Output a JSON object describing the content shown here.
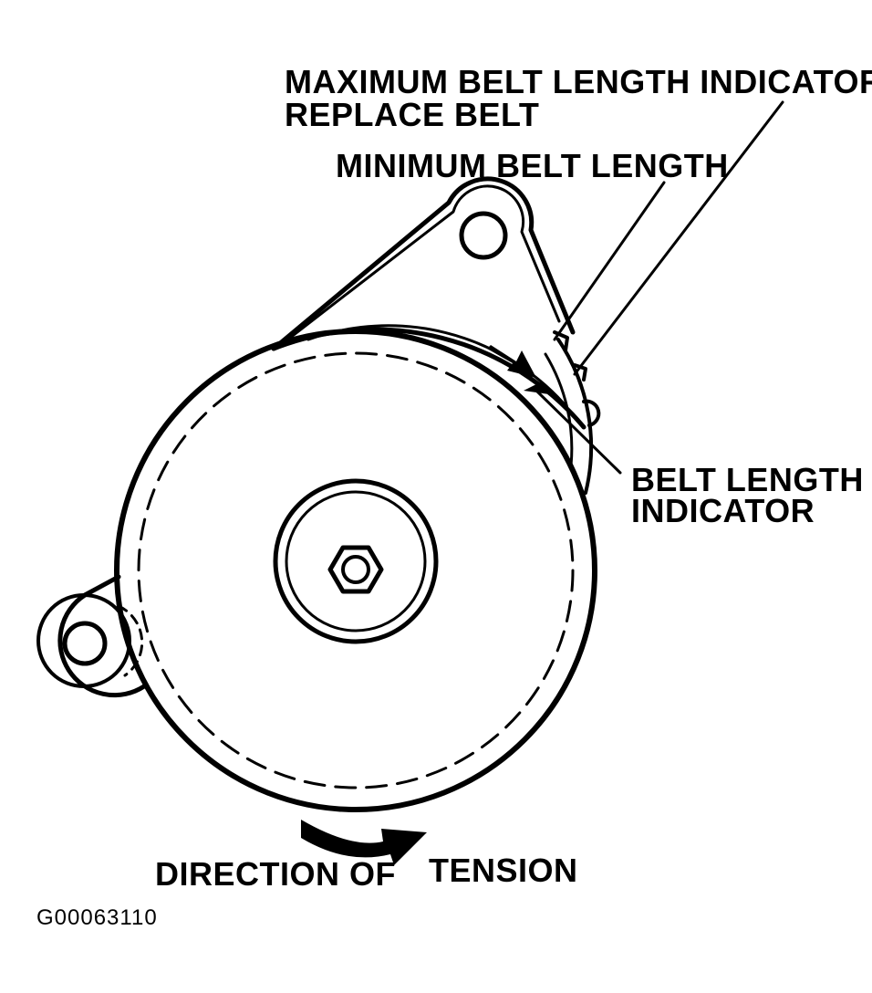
{
  "labels": {
    "max_line1": "MAXIMUM BELT LENGTH INDICATOR",
    "max_line2": "REPLACE BELT",
    "min": "MINIMUM BELT LENGTH",
    "belt_line1": "BELT LENGTH",
    "belt_line2": "INDICATOR",
    "direction_of": "DIRECTION OF",
    "tension": "TENSION",
    "figure_code": "G00063110"
  },
  "colors": {
    "ink": "#000000",
    "paper": "#ffffff"
  },
  "icons": {
    "tension_arrow": "curved-arrow-icon",
    "indicator_arrow": "arrow-icon"
  }
}
